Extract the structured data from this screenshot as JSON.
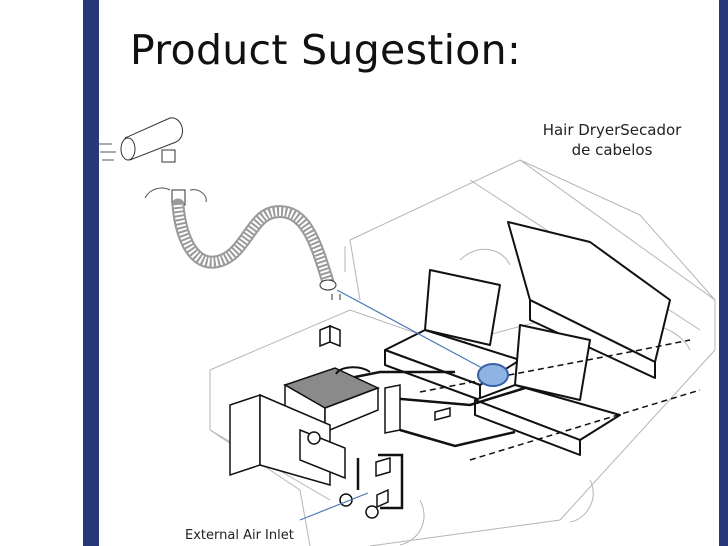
{
  "slide": {
    "title": "Product Sugestion:",
    "accent_color": "#26387a"
  },
  "labels": {
    "hair_dryer_line1": "Hair DryerSecador",
    "hair_dryer_line2": "de cabelos",
    "external_air_inlet": "External Air Inlet"
  },
  "colors": {
    "pointer_line": "#4a78b8",
    "component_highlight": "#8fb4e3",
    "battery_fill": "#8a8a8a"
  }
}
